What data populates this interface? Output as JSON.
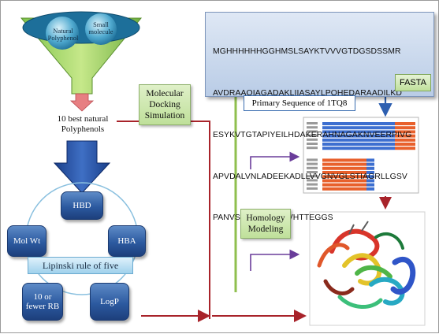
{
  "funnel": {
    "ellipse_left_label": "Natural Polyphenol",
    "ellipse_right_label": "Small molecule"
  },
  "top_result_label": "10 best natural Polyphenols",
  "docking_label": "Molecular Docking Simulation",
  "lipinski": {
    "title": "Lipinski rule of five",
    "items": [
      "HBD",
      "Mol Wt",
      "HBA",
      "10 or fewer RB",
      "LogP"
    ]
  },
  "sequence": {
    "lines": [
      "MGHHHHHHGGHMSLSAYKTVVVGTDGSDSSMR",
      "AVDRAAQIAGADAKLIIASAYLPQHEDARAADILKD",
      "ESYKVTGTAPIYEILHDAKERAHNAGAKNVEERPIVG",
      "APVDALVNLADEEKADLLVVGNVGLSTIAGRLLGSV",
      "PANVSRRAKVDVLIVHTTEGGS"
    ],
    "tag": "FASTA"
  },
  "primary_sequence_label": "Primary Sequence of 1TQ8",
  "homology_label": "Homology Modeling",
  "colors": {
    "arrow_red": "#a8232a",
    "arrow_purple": "#6a3d9a",
    "arrow_blue": "#2d5fb0",
    "line_green": "#8fbf4e",
    "box_blue": "#2c5aa0"
  }
}
